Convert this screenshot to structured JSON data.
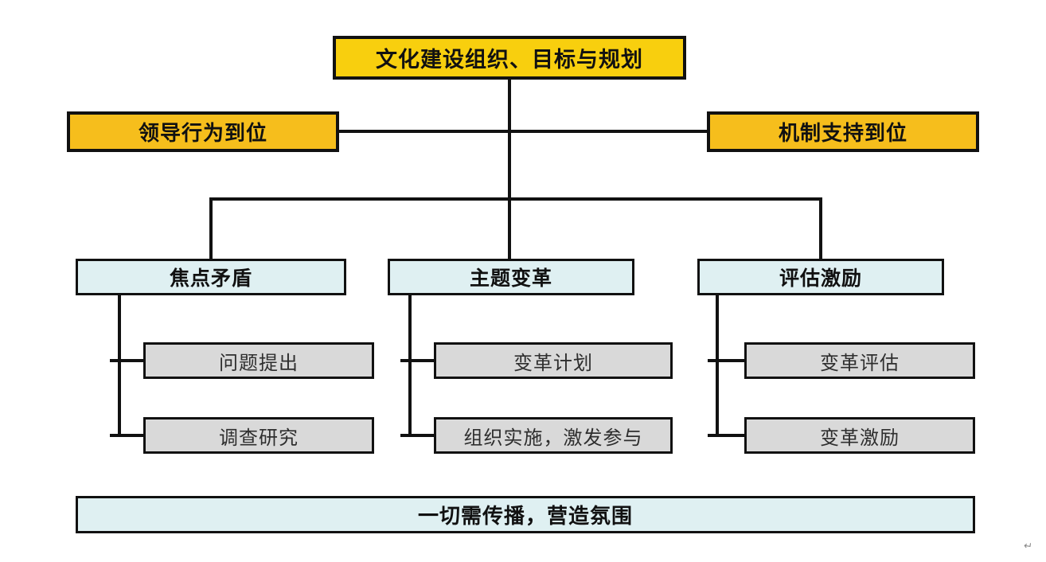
{
  "diagram": {
    "title_box": "文化建设组织、目标与规划",
    "left_box": "领导行为到位",
    "right_box": "机制支持到位",
    "columns": [
      {
        "parent": "焦点矛盾",
        "children": [
          "问题提出",
          "调查研究"
        ]
      },
      {
        "parent": "主题变革",
        "children": [
          "变革计划",
          "组织实施，激发参与"
        ]
      },
      {
        "parent": "评估激励",
        "children": [
          "变革评估",
          "变革激励"
        ]
      }
    ],
    "bottom_box": "一切需传播，营造氛围",
    "corner_mark": "↵",
    "colors": {
      "gold": "#F6BE1C",
      "gold_bright": "#F8CF0E",
      "light_cyan": "#DFF0F2",
      "gray": "#D9D9D9",
      "border_and_lines": "#111111",
      "background": "#FFFFFF"
    }
  }
}
